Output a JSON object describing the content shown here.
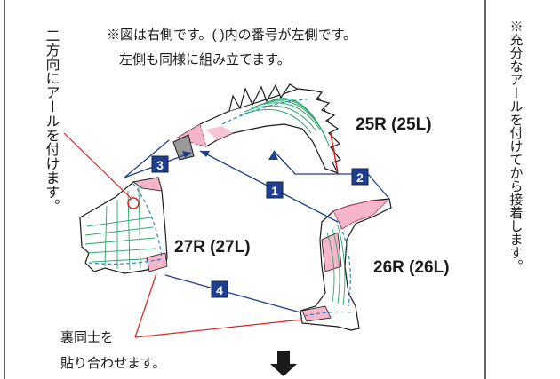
{
  "notes": {
    "top_line1": "※図は右側です。(  )内の番号が左側です。",
    "top_line2": "左側も同様に組み立てます。",
    "vertical_left": "二方向にアールを付けます。",
    "vertical_right": "※充分なアールを付けてから接着します。",
    "bottom_line1": "裏同士を",
    "bottom_line2": "貼り合わせます。"
  },
  "parts": [
    {
      "id": "part-25",
      "label": "25R (25L)"
    },
    {
      "id": "part-26",
      "label": "26R (26L)"
    },
    {
      "id": "part-27",
      "label": "27R (27L)"
    }
  ],
  "steps": [
    "1",
    "2",
    "3",
    "4"
  ],
  "colors": {
    "step_box": "#1f3f8f",
    "arrow": "#1f3f8f",
    "glue_pink": "#f4b6c8",
    "green_lines": "#2aa36b",
    "red_line": "#e02020",
    "dashed_blue": "#2a7fd0"
  },
  "icons": {
    "next": "down-arrow-icon"
  }
}
